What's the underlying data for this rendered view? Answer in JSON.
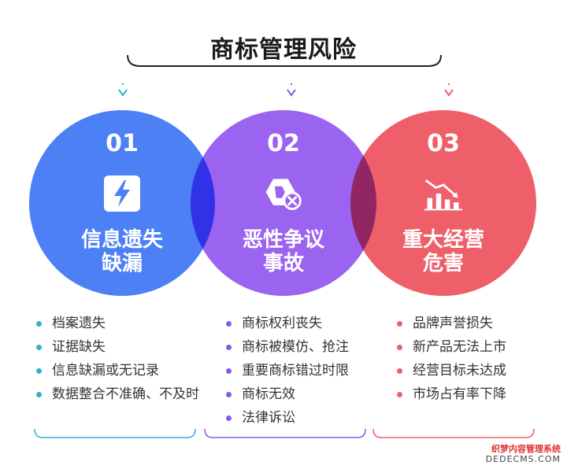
{
  "title": "商标管理风险",
  "circles": [
    {
      "number": "01",
      "title_line1": "信息遗失",
      "title_line2": "缺漏",
      "icon": "lightning-bolt-icon",
      "color": "#4d7ff5"
    },
    {
      "number": "02",
      "title_line1": "恶性争议",
      "title_line2": "事故",
      "icon": "warning-tag-x-icon",
      "color": "#9b64f0"
    },
    {
      "number": "03",
      "title_line1": "重大经营",
      "title_line2": "危害",
      "icon": "declining-chart-icon",
      "color": "#ef5f6a"
    }
  ],
  "lists": [
    {
      "items": [
        "档案遗失",
        "证据缺失",
        "信息缺漏或无记录",
        "数据整合不准确、不及时"
      ],
      "accent": "#2fb0d3"
    },
    {
      "items": [
        "商标权利丧失",
        "商标被模仿、抢注",
        "重要商标错过时限",
        "商标无效",
        "法律诉讼"
      ],
      "accent": "#8a58e6"
    },
    {
      "items": [
        "品牌声誉损失",
        "新产品无法上市",
        "经营目标未达成",
        "市场占有率下降"
      ],
      "accent": "#ef5f6a"
    }
  ],
  "watermark": {
    "line1": "织梦内容管理系统",
    "line2": "DEDECMS.COM"
  }
}
